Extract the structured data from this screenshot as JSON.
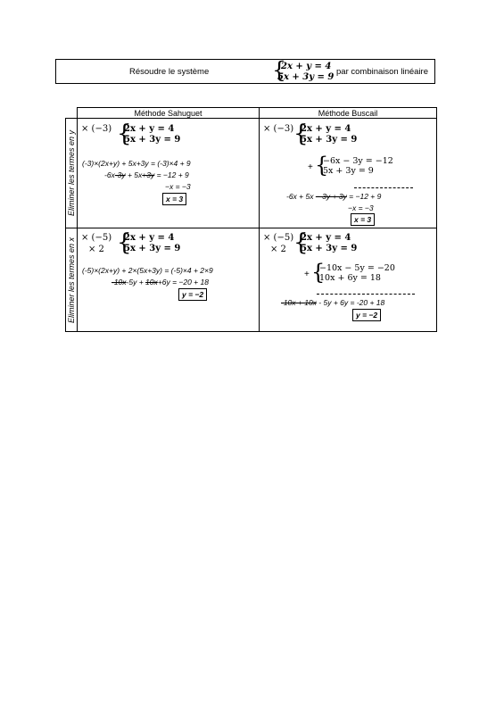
{
  "header": {
    "prefix": "Résoudre le système",
    "eq1": "2x + y = 4",
    "eq2": "5x + 3y = 9",
    "suffix": "par combinaison linéaire"
  },
  "columns": [
    "Méthode Sahuguet",
    "Méthode Buscail"
  ],
  "rows": [
    {
      "label": "Eliminer les termes en y",
      "sahuguet": {
        "m1": "× (−3)",
        "m2": "",
        "eq1": "2x + y = 4",
        "eq2": "5x + 3y = 9",
        "line1": "(-3)×(2x+y) + 5x+3y = (-3)×4 + 9",
        "line2a": "-6x",
        "line2b": "-3y",
        "line2c": " + 5x",
        "line2d": "+3y",
        "line2e": " = −12 + 9",
        "line3": "−x = −3",
        "result": "x = 3"
      },
      "buscail": {
        "m1": "× (−3)",
        "m2": "",
        "eq1": "2x + y = 4",
        "eq2": "5x + 3y = 9",
        "plus": "+",
        "s1": "−6x − 3y = −12",
        "s2": "5x + 3y = 9",
        "line1a": "-6x + 5x ",
        "line1b": "− 3y + 3y",
        "line1c": " = −12 + 9",
        "line2": "−x = −3",
        "result": "x = 3"
      }
    },
    {
      "label": "Eliminer les termes en x",
      "sahuguet": {
        "m1": "× (−5)",
        "m2": "× 2",
        "eq1": "2x + y = 4",
        "eq2": "5x + 3y = 9",
        "line1": "(-5)×(2x+y) + 2×(5x+3y) = (-5)×4 + 2×9",
        "line2a": "-10x",
        "line2b": "-5y + ",
        "line2c": "10x",
        "line2d": "+6y = −20 + 18",
        "result": "y = −2"
      },
      "buscail": {
        "m1": "× (−5)",
        "m2": "× 2",
        "eq1": "2x + y = 4",
        "eq2": "5x + 3y = 9",
        "plus": "+",
        "s1": "−10x − 5y = −20",
        "s2": "10x + 6y = 18",
        "line1a": "-10x + 10x",
        "line1b": " - 5y + 6y = -20 + 18",
        "result": "y = −2"
      }
    }
  ]
}
